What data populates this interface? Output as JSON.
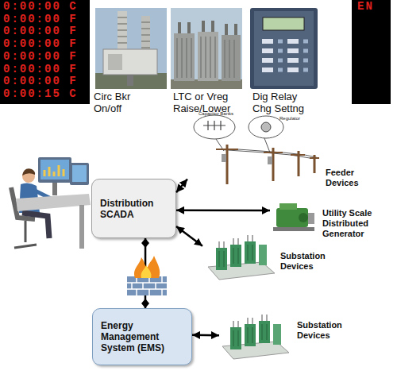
{
  "diagram": {
    "nodes": [
      {
        "text": [
          "Distribution SCADA"
        ]
      },
      {
        "text": [
          "Feeder Devices"
        ]
      },
      {
        "text": [
          "Utility Scale Distributed Generator"
        ]
      },
      {
        "text": [
          "Substation Devices"
        ]
      },
      {
        "text": [
          "Energy Management System (EMS)"
        ]
      },
      {
        "text": [
          "Substation Devices"
        ]
      }
    ],
    "edges": [
      {
        "from": 0,
        "to": 1,
        "arrow": "both"
      },
      {
        "from": 0,
        "to": 2,
        "arrow": "both"
      },
      {
        "from": 0,
        "to": 3,
        "arrow": "both"
      },
      {
        "from": 0,
        "to": 4,
        "arrow": "both"
      },
      {
        "from": 4,
        "to": 5,
        "arrow": "both"
      }
    ],
    "labels": [
      "0:00:00 C",
      "0:00:00 F",
      "0:00:00 F",
      "0:00:00 F",
      "0:00:00 F",
      "0:00:00 F",
      "0:00:00 F",
      "0:00:15 C",
      "EN",
      "Circ Bkr On/off",
      "LTC or Vreg Raise/Lower",
      "Dig Relay Chg Settng",
      "Capacitor Banks",
      "Regulator"
    ]
  }
}
